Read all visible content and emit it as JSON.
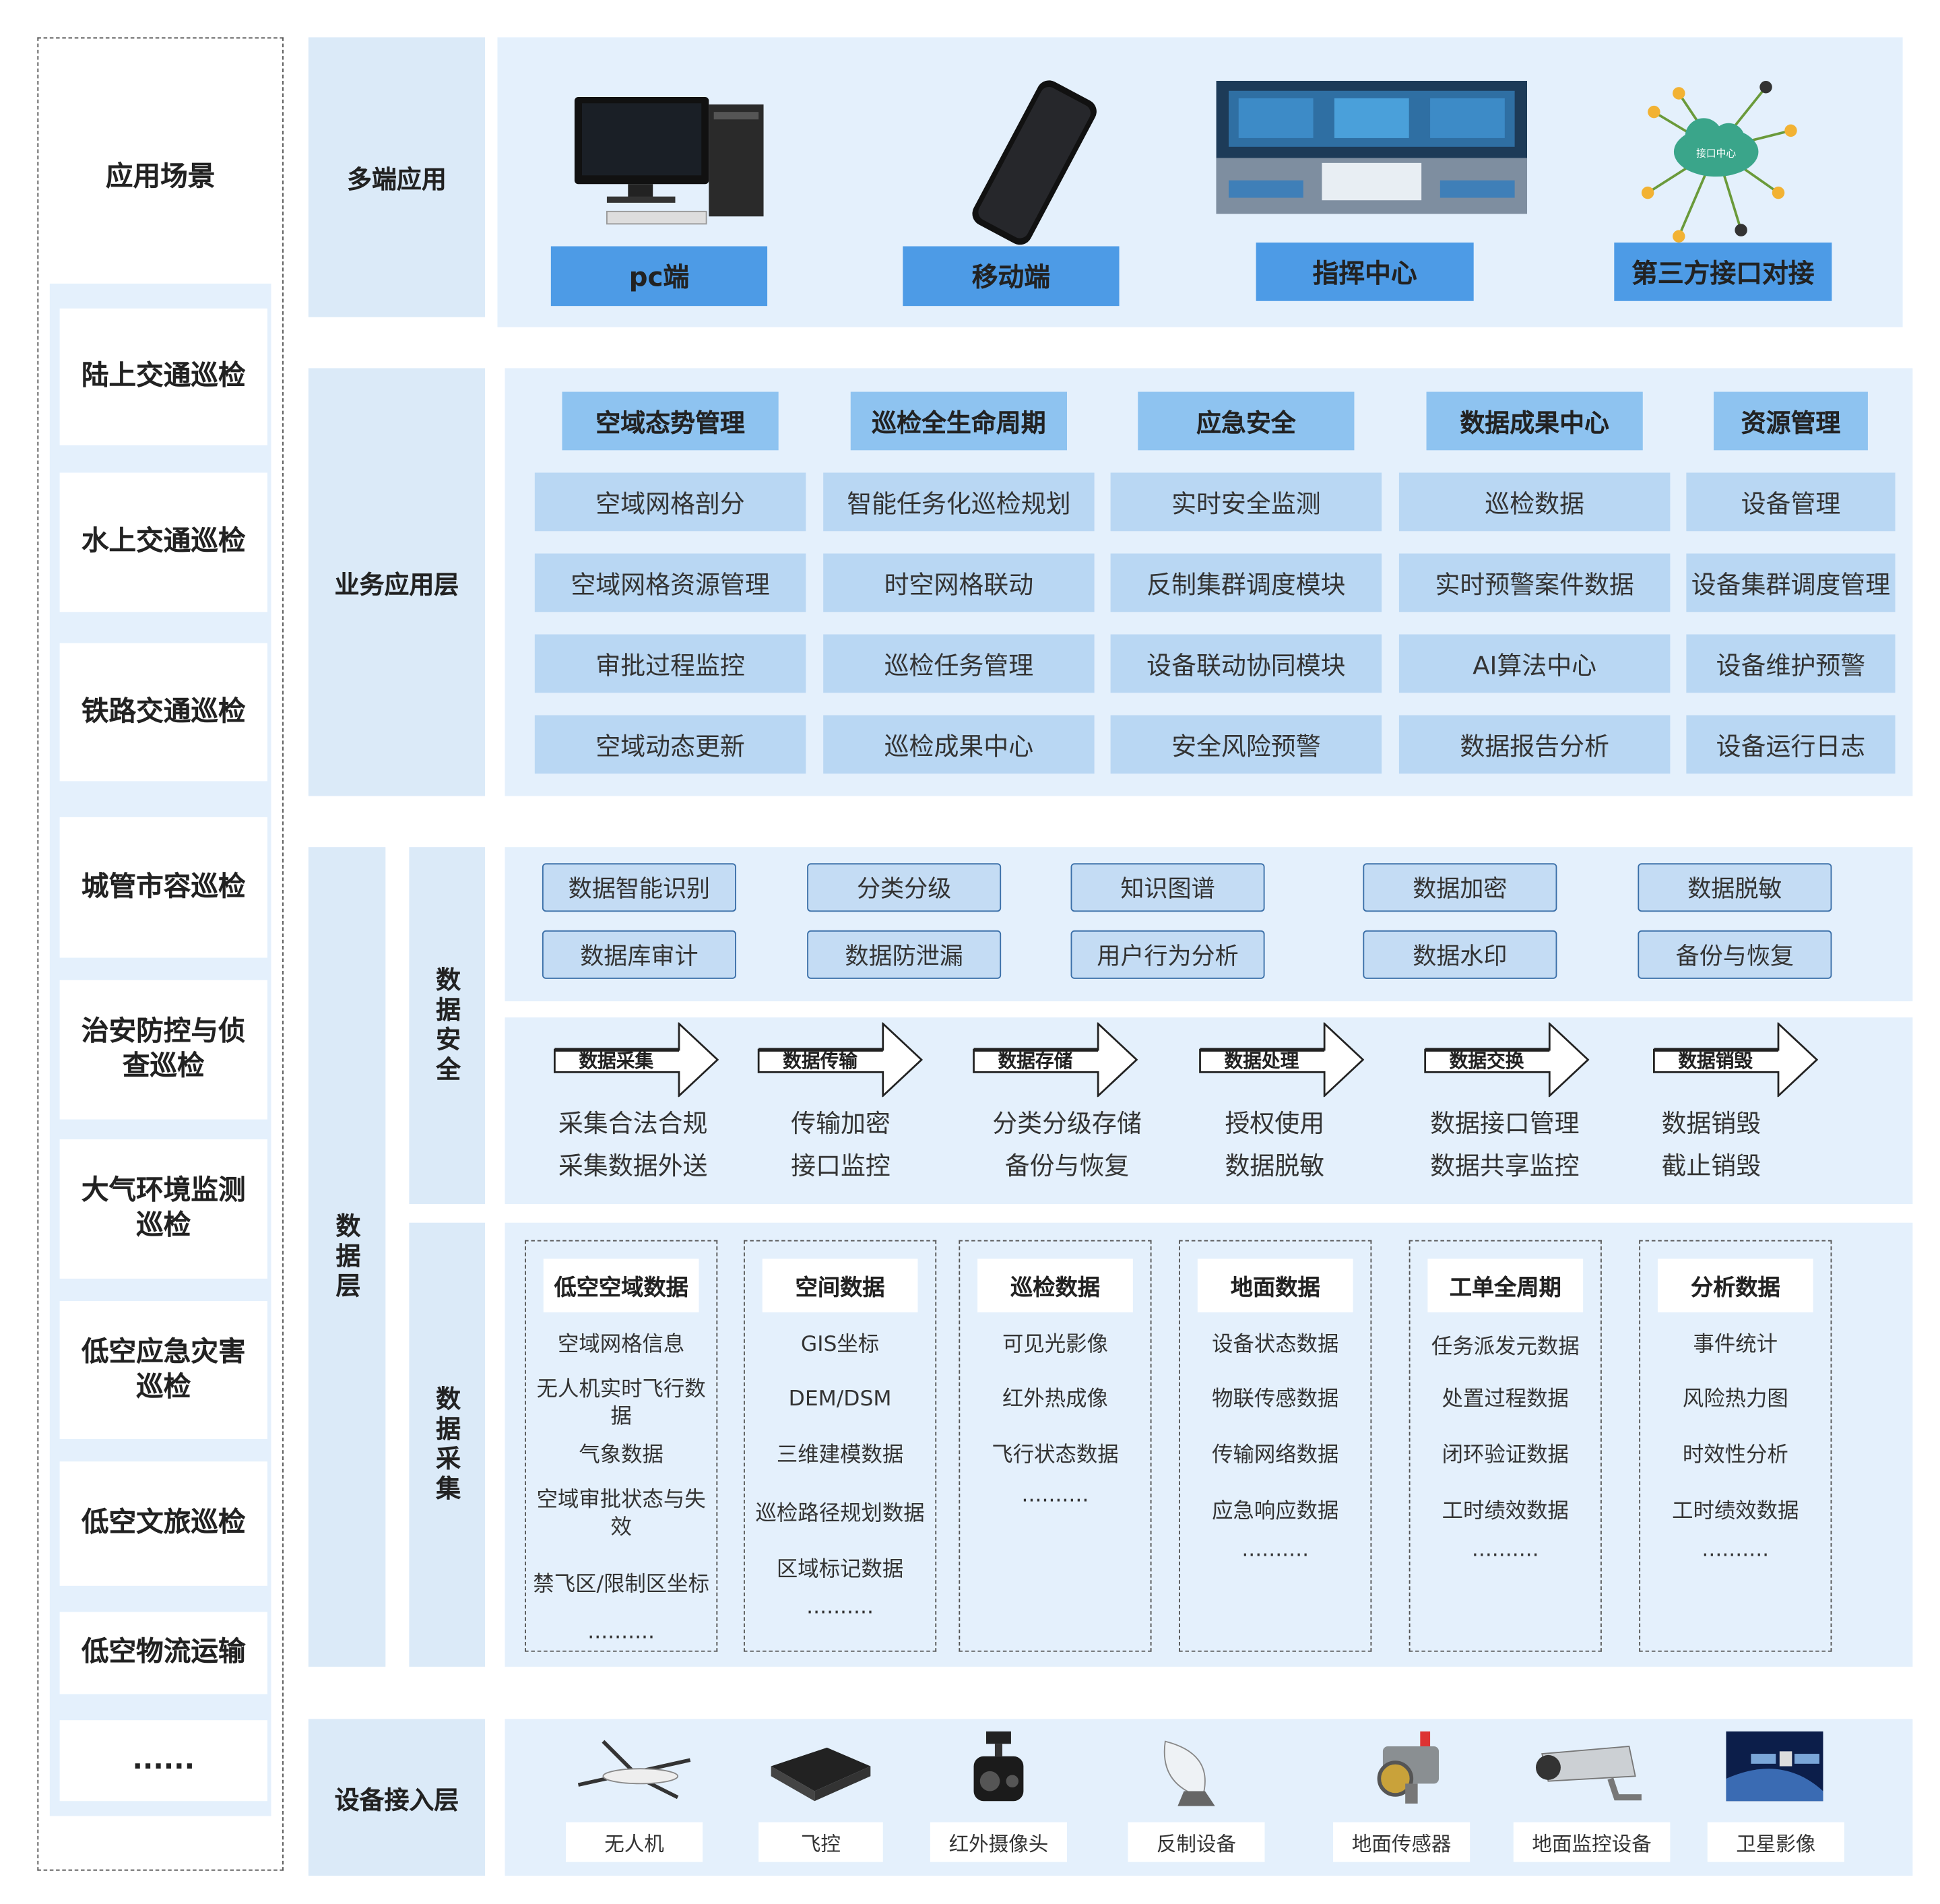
{
  "scenarios": {
    "title": "应用场景",
    "items": [
      "陆上交通巡检",
      "水上交通巡检",
      "铁路交通巡检",
      "城管市容巡检",
      "治安防控与侦查巡检",
      "大气环境监测巡检",
      "低空应急灾害巡检",
      "低空文旅巡检",
      "低空物流运输",
      "......"
    ]
  },
  "multi_terminal": {
    "label": "多端应用",
    "items": [
      {
        "label": "pc端",
        "icon": "desktop-computer-icon"
      },
      {
        "label": "移动端",
        "icon": "smartphone-icon"
      },
      {
        "label": "指挥中心",
        "icon": "command-center-icon"
      },
      {
        "label": "第三方接口对接",
        "icon": "interface-cloud-icon",
        "icon_text": "接口中心"
      }
    ]
  },
  "business_layer": {
    "label": "业务应用层",
    "columns": [
      {
        "header": "空域态势管理",
        "items": [
          "空域网格剖分",
          "空域网格资源管理",
          "审批过程监控",
          "空域动态更新"
        ]
      },
      {
        "header": "巡检全生命周期",
        "items": [
          "智能任务化巡检规划",
          "时空网格联动",
          "巡检任务管理",
          "巡检成果中心"
        ]
      },
      {
        "header": "应急安全",
        "items": [
          "实时安全监测",
          "反制集群调度模块",
          "设备联动协同模块",
          "安全风险预警"
        ]
      },
      {
        "header": "数据成果中心",
        "items": [
          "巡检数据",
          "实时预警案件数据",
          "AI算法中心",
          "数据报告分析"
        ]
      },
      {
        "header": "资源管理",
        "items": [
          "设备管理",
          "设备集群调度管理",
          "设备维护预警",
          "设备运行日志"
        ]
      }
    ]
  },
  "data_layer": {
    "label": "数据层",
    "security": {
      "label": "数据安全",
      "items": [
        [
          "数据智能识别",
          "分类分级",
          "知识图谱",
          "数据加密",
          "数据脱敏"
        ],
        [
          "数据库审计",
          "数据防泄漏",
          "用户行为分析",
          "数据水印",
          "备份与恢复"
        ]
      ],
      "lifecycle": [
        {
          "stage": "数据采集",
          "lines": [
            "采集合法合规",
            "采集数据外送"
          ]
        },
        {
          "stage": "数据传输",
          "lines": [
            "传输加密",
            "接口监控"
          ]
        },
        {
          "stage": "数据存储",
          "lines": [
            "分类分级存储",
            "备份与恢复"
          ]
        },
        {
          "stage": "数据处理",
          "lines": [
            "授权使用",
            "数据脱敏"
          ]
        },
        {
          "stage": "数据交换",
          "lines": [
            "数据接口管理",
            "数据共享监控"
          ]
        },
        {
          "stage": "数据销毁",
          "lines": [
            "数据销毁",
            "截止销毁"
          ]
        }
      ]
    },
    "collection": {
      "label": "数据采集",
      "columns": [
        {
          "header": "低空空域数据",
          "items": [
            "空域网格信息",
            "无人机实时飞行数据",
            "气象数据",
            "空域审批状态与失效",
            "禁飞区/限制区坐标",
            ".........."
          ]
        },
        {
          "header": "空间数据",
          "items": [
            "GIS坐标",
            "DEM/DSM",
            "三维建模数据",
            "巡检路径规划数据",
            "区域标记数据",
            ".........."
          ]
        },
        {
          "header": "巡检数据",
          "items": [
            "可见光影像",
            "红外热成像",
            "飞行状态数据",
            ".........."
          ]
        },
        {
          "header": "地面数据",
          "items": [
            "设备状态数据",
            "物联传感数据",
            "传输网络数据",
            "应急响应数据",
            ".........."
          ]
        },
        {
          "header": "工单全周期",
          "items": [
            "任务派发元数据",
            "处置过程数据",
            "闭环验证数据",
            "工时绩效数据",
            ".........."
          ]
        },
        {
          "header": "分析数据",
          "items": [
            "事件统计",
            "风险热力图",
            "时效性分析",
            "工时绩效数据",
            ".........."
          ]
        }
      ]
    }
  },
  "device_layer": {
    "label": "设备接入层",
    "items": [
      {
        "label": "无人机",
        "icon": "drone-icon"
      },
      {
        "label": "飞控",
        "icon": "flight-controller-icon"
      },
      {
        "label": "红外摄像头",
        "icon": "infrared-camera-icon"
      },
      {
        "label": "反制设备",
        "icon": "satellite-dish-icon"
      },
      {
        "label": "地面传感器",
        "icon": "ground-sensor-icon"
      },
      {
        "label": "地面监控设备",
        "icon": "surveillance-camera-icon"
      },
      {
        "label": "卫星影像",
        "icon": "satellite-image-icon"
      }
    ]
  },
  "colors": {
    "panel": "#e4f0fc",
    "label": "#dbeaf8",
    "accent": "#4d9be6",
    "header": "#8ec3f0",
    "item": "#b9d7f3"
  }
}
